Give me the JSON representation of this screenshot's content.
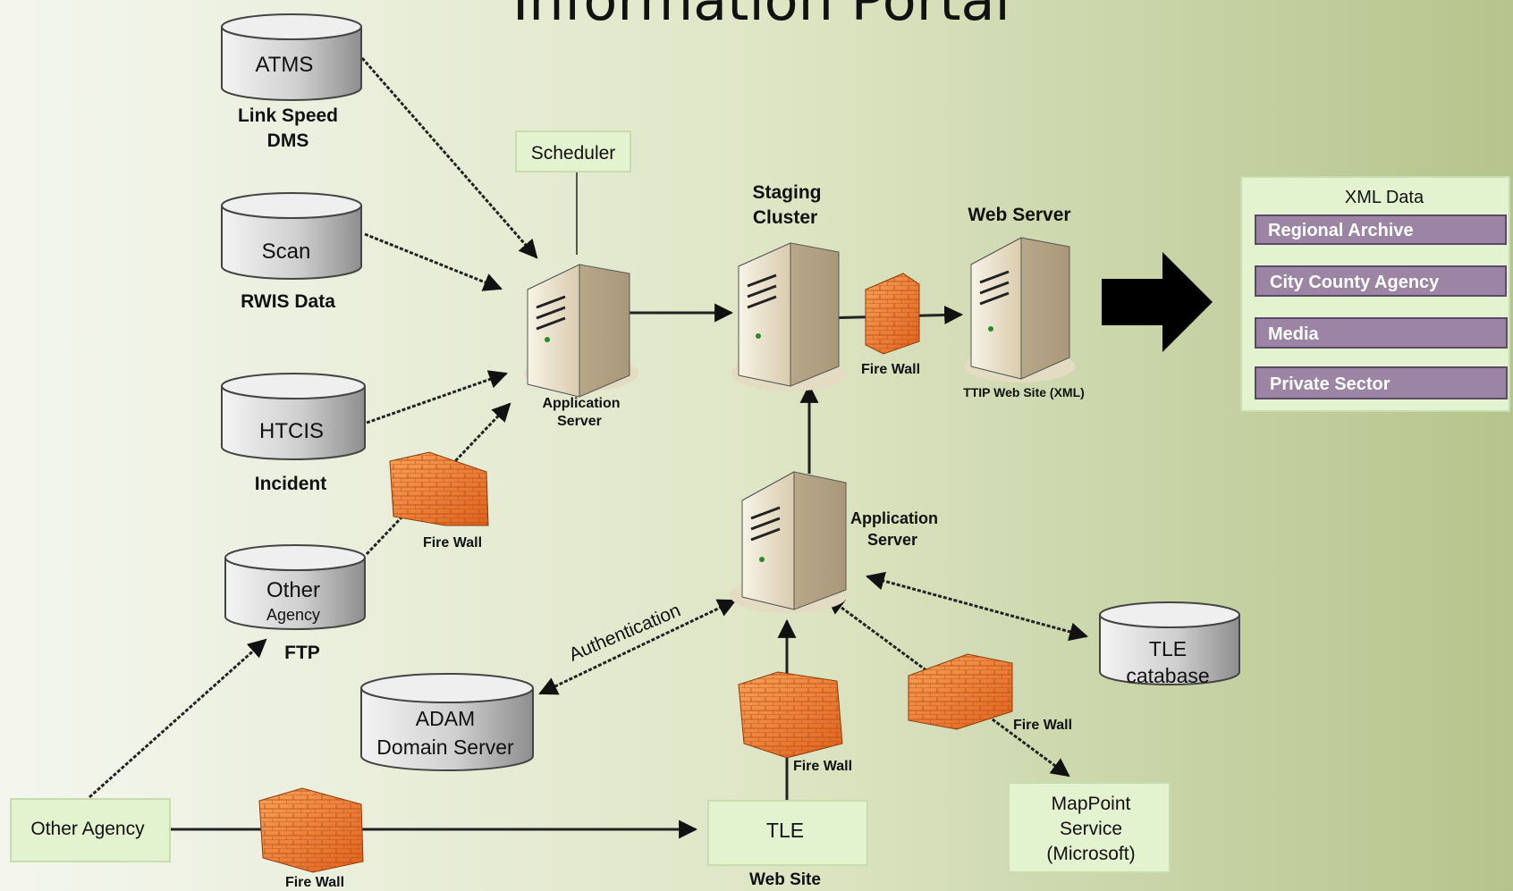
{
  "title": "Information Portal",
  "databases": {
    "atms": {
      "label": "ATMS",
      "sub1": "Link Speed",
      "sub2": "DMS"
    },
    "scan": {
      "label": "Scan",
      "sub1": "RWIS Data"
    },
    "htcis": {
      "label": "HTCIS",
      "sub1": "Incident"
    },
    "other_agency_db": {
      "label1": "Other",
      "label2": "Agency",
      "sub1": "FTP"
    },
    "adam": {
      "label1": "ADAM",
      "label2": "Domain Server"
    },
    "tle_db": {
      "label1": "TLE",
      "label2": "catabase"
    }
  },
  "boxes": {
    "scheduler": "Scheduler",
    "other_agency": "Other Agency",
    "tle": "TLE",
    "tle_sub": "Web Site",
    "mappoint1": "MapPoint",
    "mappoint2": "Service",
    "mappoint3": "(Microsoft)"
  },
  "servers": {
    "app_server_1a": "Application",
    "app_server_1b": "Server",
    "staging_a": "Staging",
    "staging_b": "Cluster",
    "web_server": "Web Server",
    "web_site": "TTIP Web Site (XML)",
    "app_server_2a": "Application",
    "app_server_2b": "Server"
  },
  "firewall_label": "Fire Wall",
  "authentication": "Authentication",
  "xml_panel": {
    "title": "XML Data",
    "items": [
      "Regional Archive",
      "City County Agency",
      "Media",
      "Private Sector"
    ]
  },
  "colors": {
    "item_purple": "#9b84a4",
    "box_green": "#e4f3cf",
    "firewall_orange": "#f07a2a",
    "db_gray": "#c9c9c9"
  }
}
